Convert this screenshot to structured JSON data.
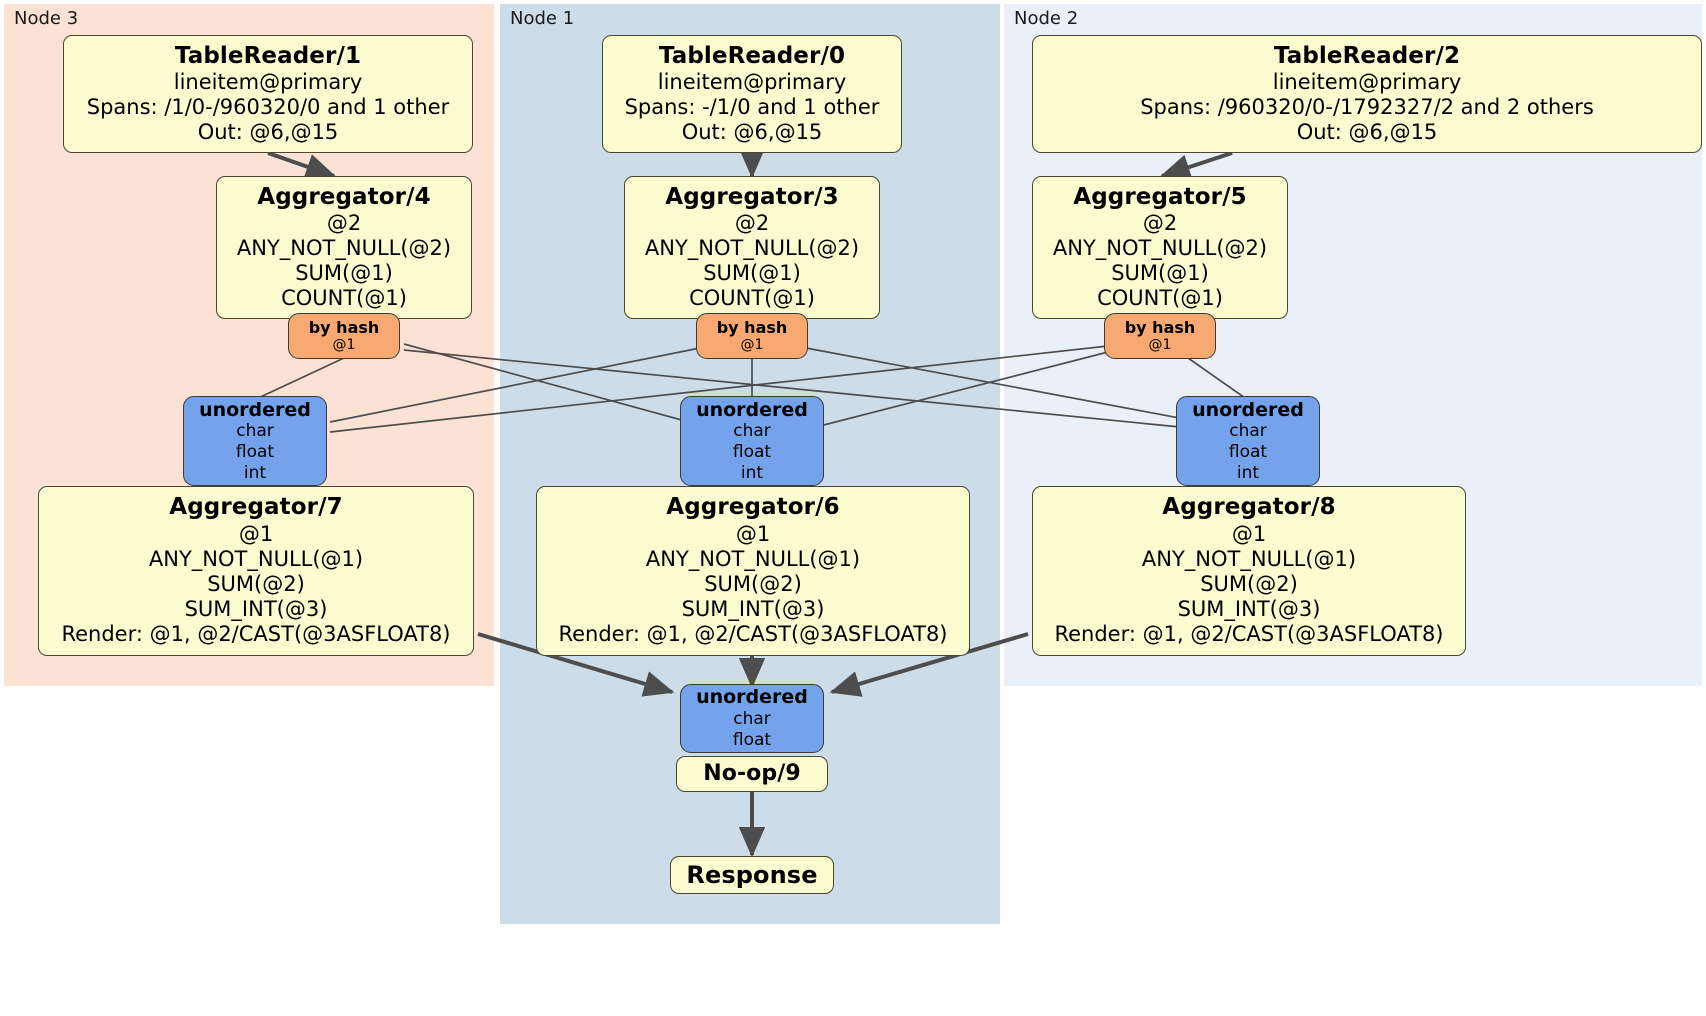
{
  "diagram": {
    "type": "distsql-physical-plan",
    "nodes": [
      {
        "id": "node3",
        "label": "Node 3",
        "bg": "#fbe2d5"
      },
      {
        "id": "node1",
        "label": "Node 1",
        "bg": "#ccdde9"
      },
      {
        "id": "node2",
        "label": "Node 2",
        "bg": "#eaf0fa"
      }
    ],
    "colors": {
      "processor_fill": "#fbfbd0",
      "router_fill": "#f7a971",
      "sync_fill": "#74a3ec",
      "stroke": "#4a4632",
      "edge": "#4d4d4d"
    },
    "processors": [
      {
        "key": "tr1",
        "kind": "table-reader",
        "node": "node3",
        "title": "TableReader/1",
        "lines": [
          "lineitem@primary",
          "Spans: /1/0-/960320/0 and 1 other",
          "Out: @6,@15"
        ]
      },
      {
        "key": "tr0",
        "kind": "table-reader",
        "node": "node1",
        "title": "TableReader/0",
        "lines": [
          "lineitem@primary",
          "Spans: -/1/0 and 1 other",
          "Out: @6,@15"
        ]
      },
      {
        "key": "tr2",
        "kind": "table-reader",
        "node": "node2",
        "title": "TableReader/2",
        "lines": [
          "lineitem@primary",
          "Spans: /960320/0-/1792327/2 and 2 others",
          "Out: @6,@15"
        ]
      },
      {
        "key": "agg4",
        "kind": "aggregator",
        "node": "node3",
        "title": "Aggregator/4",
        "lines": [
          "@2",
          "ANY_NOT_NULL(@2)",
          "SUM(@1)",
          "COUNT(@1)"
        ]
      },
      {
        "key": "agg3",
        "kind": "aggregator",
        "node": "node1",
        "title": "Aggregator/3",
        "lines": [
          "@2",
          "ANY_NOT_NULL(@2)",
          "SUM(@1)",
          "COUNT(@1)"
        ]
      },
      {
        "key": "agg5",
        "kind": "aggregator",
        "node": "node2",
        "title": "Aggregator/5",
        "lines": [
          "@2",
          "ANY_NOT_NULL(@2)",
          "SUM(@1)",
          "COUNT(@1)"
        ]
      },
      {
        "key": "agg7",
        "kind": "aggregator",
        "node": "node3",
        "title": "Aggregator/7",
        "lines": [
          "@1",
          "ANY_NOT_NULL(@1)",
          "SUM(@2)",
          "SUM_INT(@3)",
          "Render: @1, @2/CAST(@3ASFLOAT8)"
        ]
      },
      {
        "key": "agg6",
        "kind": "aggregator",
        "node": "node1",
        "title": "Aggregator/6",
        "lines": [
          "@1",
          "ANY_NOT_NULL(@1)",
          "SUM(@2)",
          "SUM_INT(@3)",
          "Render: @1, @2/CAST(@3ASFLOAT8)"
        ]
      },
      {
        "key": "agg8",
        "kind": "aggregator",
        "node": "node2",
        "title": "Aggregator/8",
        "lines": [
          "@1",
          "ANY_NOT_NULL(@1)",
          "SUM(@2)",
          "SUM_INT(@3)",
          "Render: @1, @2/CAST(@3ASFLOAT8)"
        ]
      },
      {
        "key": "noop9",
        "kind": "no-op",
        "node": "node1",
        "title": "No-op/9",
        "lines": []
      },
      {
        "key": "response",
        "kind": "response",
        "node": "node1",
        "title": "Response",
        "lines": []
      }
    ],
    "routers": [
      {
        "key": "rt4",
        "node": "node3",
        "title": "by hash",
        "lines": [
          "@1"
        ]
      },
      {
        "key": "rt3",
        "node": "node1",
        "title": "by hash",
        "lines": [
          "@1"
        ]
      },
      {
        "key": "rt5",
        "node": "node2",
        "title": "by hash",
        "lines": [
          "@1"
        ]
      }
    ],
    "synchronizers": [
      {
        "key": "sy7",
        "node": "node3",
        "title": "unordered",
        "lines": [
          "char",
          "float",
          "int"
        ]
      },
      {
        "key": "sy6",
        "node": "node1",
        "title": "unordered",
        "lines": [
          "char",
          "float",
          "int"
        ]
      },
      {
        "key": "sy8",
        "node": "node2",
        "title": "unordered",
        "lines": [
          "char",
          "float",
          "int"
        ]
      },
      {
        "key": "syfinal",
        "node": "node1",
        "title": "unordered",
        "lines": [
          "char",
          "float"
        ]
      }
    ]
  }
}
